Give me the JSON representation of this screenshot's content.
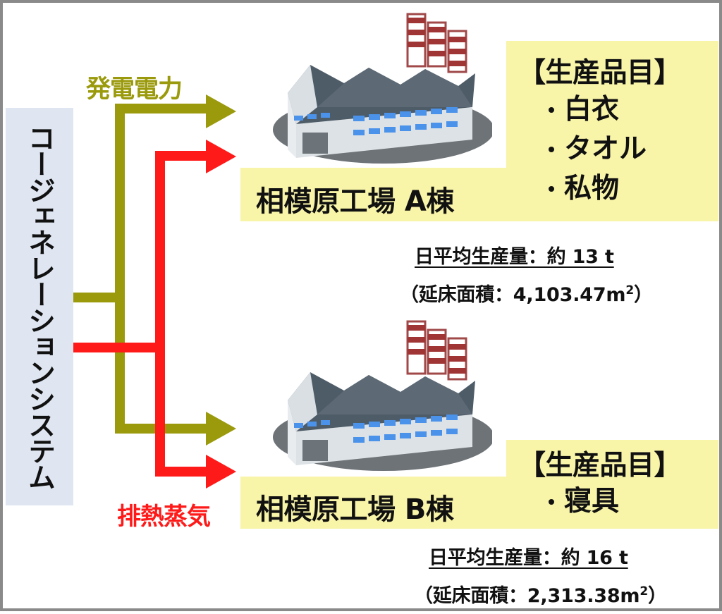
{
  "system": {
    "label": "コージェネレーションシステム"
  },
  "flows": {
    "power_label": "発電電力",
    "steam_label": "排熱蒸気",
    "power_color": "#9a9a0c",
    "steam_color": "#ff1a1a"
  },
  "factories": {
    "a": {
      "name": "相模原工場 A棟",
      "products_heading": "【生産品目】",
      "products": [
        "白衣",
        "タオル",
        "私物"
      ],
      "daily_production": "日平均生産量：約 13 t",
      "floor_area": "（延床面積：4,103.47m",
      "floor_area_sup": "2",
      "floor_area_close": "）"
    },
    "b": {
      "name": "相模原工場 B棟",
      "products_heading": "【生産品目】",
      "products": [
        "寝具"
      ],
      "daily_production": "日平均生産量：約 16 t",
      "floor_area": "（延床面積：2,313.38m",
      "floor_area_sup": "2",
      "floor_area_close": "）"
    }
  },
  "style": {
    "system_box_color": "#dfe6f1",
    "info_box_color": "#f8f4a8",
    "factory_icon": "factory-icon"
  }
}
